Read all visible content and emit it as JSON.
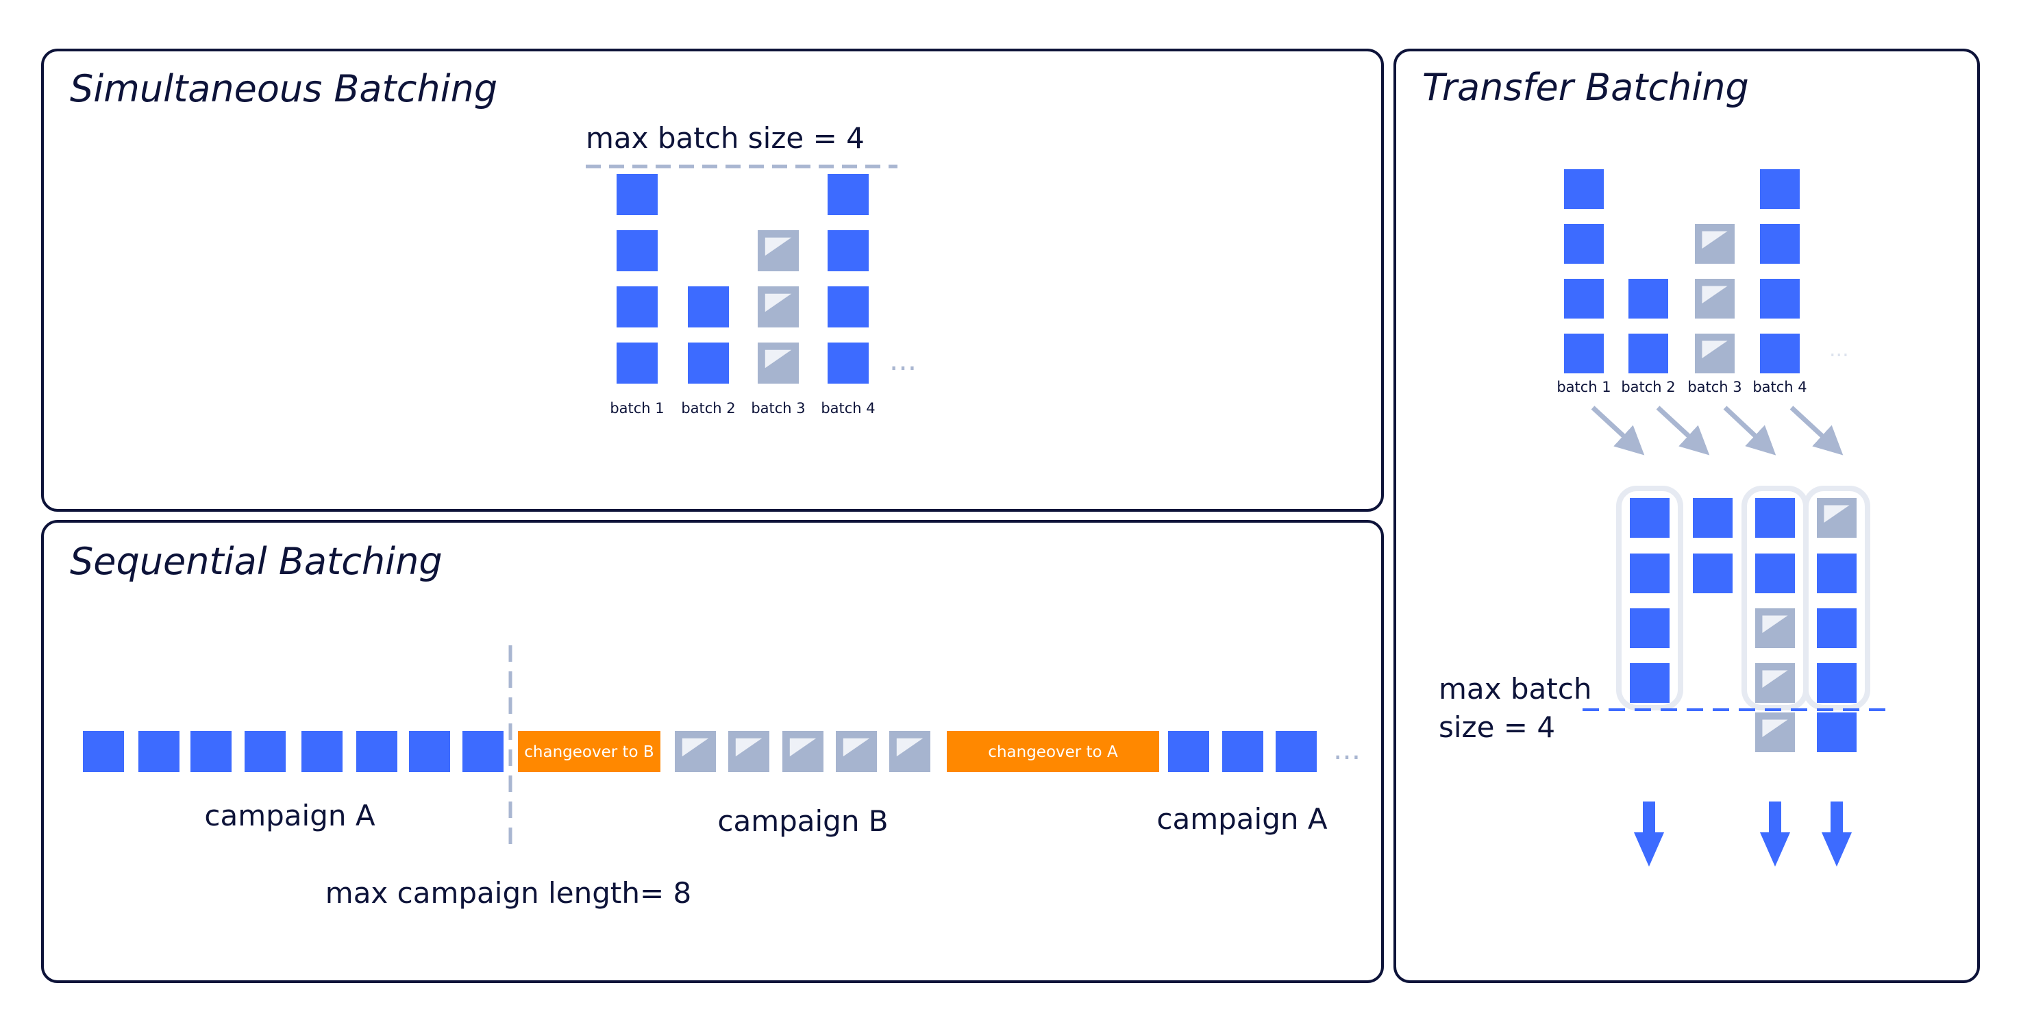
{
  "panels": {
    "simultaneous": {
      "title": "Simultaneous Batching"
    },
    "sequential": {
      "title": "Sequential Batching"
    },
    "transfer": {
      "title": "Transfer Batching"
    }
  },
  "simultaneous": {
    "max_label": "max batch size = 4",
    "batches": [
      {
        "label": "batch 1",
        "count": 4,
        "product": "A"
      },
      {
        "label": "batch 2",
        "count": 2,
        "product": "A"
      },
      {
        "label": "batch 3",
        "count": 3,
        "product": "B"
      },
      {
        "label": "batch 4",
        "count": 4,
        "product": "A"
      }
    ],
    "ellipsis": "..."
  },
  "sequential": {
    "campaign_a_label": "campaign A",
    "campaign_b_label": "campaign B",
    "campaign_a2_label": "campaign A",
    "changeover_b": "changeover to B",
    "changeover_a": "changeover to A",
    "max_label": "max campaign length= 8",
    "campaign_a_count": 8,
    "campaign_b_count": 5,
    "campaign_a2_count": 3,
    "ellipsis": "..."
  },
  "transfer": {
    "batches": [
      {
        "label": "batch 1",
        "count": 4,
        "product": "A"
      },
      {
        "label": "batch 2",
        "count": 2,
        "product": "A"
      },
      {
        "label": "batch 3",
        "count": 3,
        "product": "B"
      },
      {
        "label": "batch 4",
        "count": 4,
        "product": "A"
      }
    ],
    "max_label_line1": "max batch",
    "max_label_line2": "size = 4",
    "ellipsis": "..."
  },
  "colors": {
    "product_a": "#3d6bff",
    "product_b": "#a6b4cf",
    "changeover": "#ff8800",
    "ink": "#0d1339",
    "guide": "#a9b6d1"
  },
  "icons": [
    "arrow-down-right-icon",
    "arrow-down-icon"
  ]
}
